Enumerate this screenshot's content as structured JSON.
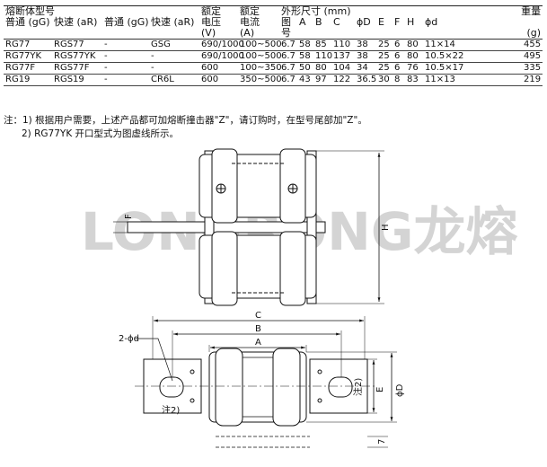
{
  "watermark": "LONGRONG龙熔",
  "table": {
    "group_model": "熔断体型号",
    "sub_gg": "普通 (gG)",
    "sub_ar": "快速 (aR)",
    "rated_voltage": [
      "额定",
      "电压",
      "(V)"
    ],
    "rated_current": [
      "额定",
      "电流",
      "(A)"
    ],
    "dim_group": "外形尺寸 (mm)",
    "fig_no": [
      "图",
      "号"
    ],
    "cols": [
      "A",
      "B",
      "C",
      "ϕD",
      "E",
      "F",
      "H",
      "ϕd"
    ],
    "weight": [
      "重量",
      "(g)"
    ],
    "rows": [
      {
        "gg1": "RG77",
        "ar1": "RGS77",
        "gg2": "-",
        "ar2": "GSG",
        "v": "690/1000",
        "a": "100~500",
        "fig": "6.7",
        "A": "58",
        "B": "85",
        "C": "110",
        "D": "38",
        "E": "25",
        "F": "6",
        "H": "80",
        "d": "11×14",
        "w": "455"
      },
      {
        "gg1": "RG77YK",
        "ar1": "RGS77YK",
        "gg2": "-",
        "ar2": "-",
        "v": "690/1000",
        "a": "100~500",
        "fig": "6.7",
        "A": "58",
        "B": "110",
        "C": "137",
        "D": "38",
        "E": "25",
        "F": "6",
        "H": "80",
        "d": "10.5×22",
        "w": "495"
      },
      {
        "gg1": "RG77F",
        "ar1": "RGS77F",
        "gg2": "-",
        "ar2": "-",
        "v": "600",
        "a": "100~350",
        "fig": "6.7",
        "A": "50",
        "B": "80",
        "C": "104",
        "D": "34",
        "E": "25",
        "F": "6",
        "H": "76",
        "d": "10.5×17",
        "w": "335"
      },
      {
        "gg1": "RG19",
        "ar1": "RGS19",
        "gg2": "-",
        "ar2": "CR6L",
        "v": "600",
        "a": "350~500",
        "fig": "6.7",
        "A": "43",
        "B": "97",
        "C": "122",
        "D": "36.5",
        "E": "30",
        "F": "8",
        "H": "83",
        "d": "11×13",
        "w": "219"
      }
    ]
  },
  "notes": {
    "line1": "注：1) 根据用户需要，上述产品都可加熔断撞击器\"Z\"，请订购时，在型号尾部加\"Z\"。",
    "line2": "2) RG77YK 开口型式为图虚线所示。"
  },
  "drawing": {
    "labels": {
      "F": "F",
      "H": "H",
      "C": "C",
      "B": "B",
      "A": "A",
      "d": "2-ϕd",
      "E": "E",
      "D": "ϕD",
      "seven": "7",
      "note2": "注2)"
    }
  }
}
